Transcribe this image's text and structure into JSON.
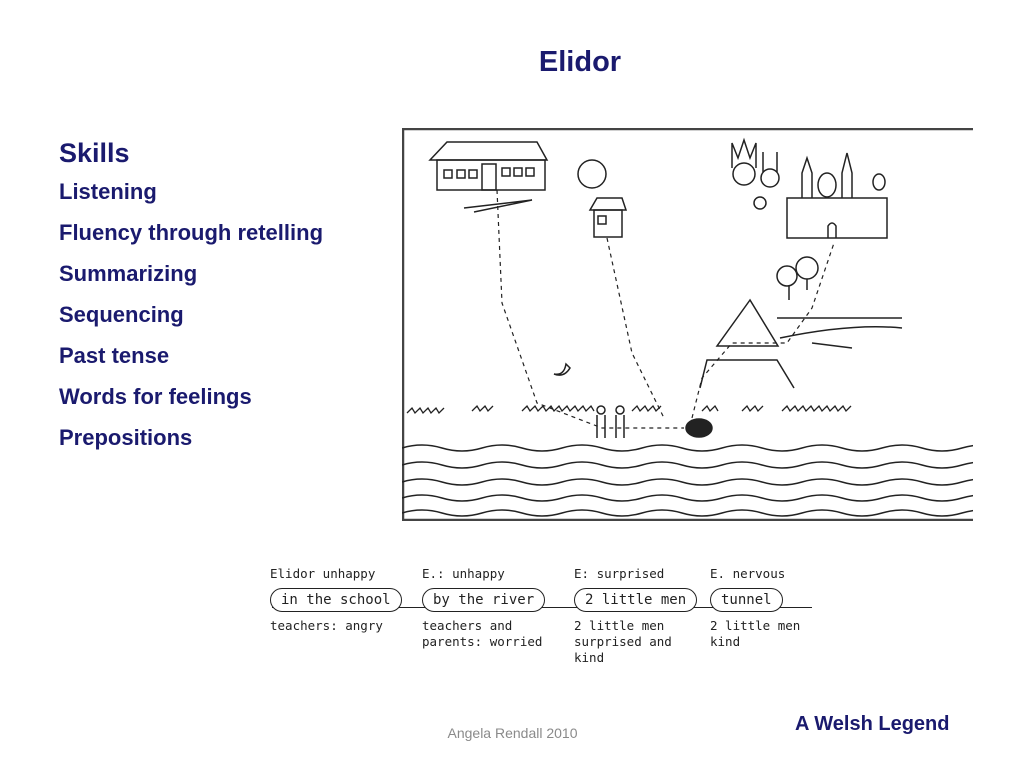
{
  "title": "Elidor",
  "skills": {
    "heading": "Skills",
    "items": [
      "Listening",
      "Fluency through retelling",
      "Summarizing",
      "Sequencing",
      "Past tense",
      "Words for feelings",
      "Prepositions"
    ]
  },
  "timeline": [
    {
      "feeling": "Elidor unhappy",
      "place": "in the school",
      "others": "teachers: angry"
    },
    {
      "feeling": "E.: unhappy",
      "place": "by the river",
      "others": "teachers and\nparents: worried"
    },
    {
      "feeling": "E: surprised",
      "place": "2 little men",
      "others": "2 little men\nsurprised and\nkind"
    },
    {
      "feeling": "E. nervous",
      "place": "tunnel",
      "others": "2 little men\nkind"
    }
  ],
  "footer": "Angela Rendall 2010",
  "subtitle": "A Welsh Legend",
  "colors": {
    "heading": "#1a1a6e",
    "footer": "#8a8a8a"
  }
}
